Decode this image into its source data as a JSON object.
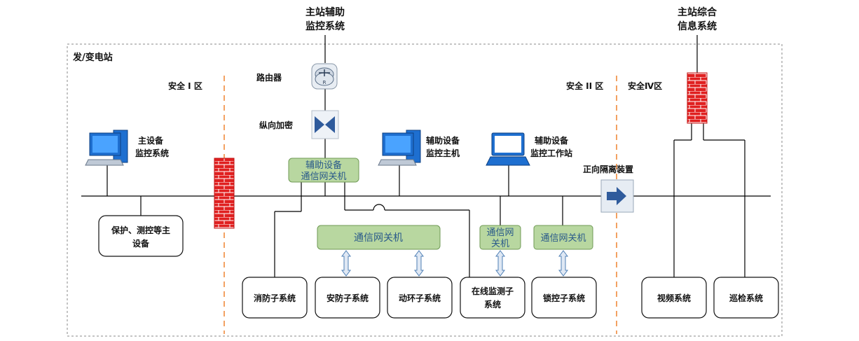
{
  "top_labels": {
    "aux_master": [
      "主站辅助",
      "监控系统"
    ],
    "integrated_info": [
      "主站综合",
      "信息系统"
    ]
  },
  "station_title": "发/变电站",
  "zones": {
    "zone1": "安全 I 区",
    "zone2": "安全 II 区",
    "zone4": "安全Ⅳ区"
  },
  "devices": {
    "router": "路由器",
    "encryption": "纵向加密",
    "isolation": "正向隔离装置"
  },
  "workstations": {
    "main_monitor": [
      "主设备",
      "监控系统"
    ],
    "aux_host": [
      "辅助设备",
      "监控主机"
    ],
    "aux_station": [
      "辅助设备",
      "监控工作站"
    ]
  },
  "gateways": {
    "aux_gateway": [
      "辅助设备",
      "通信网关机"
    ],
    "mid_gateway": "通信网关机",
    "online_gateway": [
      "通信网",
      "关机"
    ],
    "lock_gateway": "通信网关机"
  },
  "subsystems": {
    "protection": [
      "保护、测控等主",
      "设备"
    ],
    "fire": "消防子系统",
    "security": "安防子系统",
    "env": "动环子系统",
    "online": [
      "在线监测子",
      "系统"
    ],
    "lock": "锁控子系统",
    "video": "视频系统",
    "patrol": "巡检系统"
  },
  "colors": {
    "gateway_fill": "#b8d7a0",
    "gateway_stroke": "#6f9a55",
    "gateway_text": "#2a5a8a",
    "firewall": "#e02020",
    "zone_divider": "#f08a3c",
    "monitor_blue": "#1e6fd0",
    "arrow_blue": "#2f5b9c",
    "bus_line": "#000000"
  }
}
